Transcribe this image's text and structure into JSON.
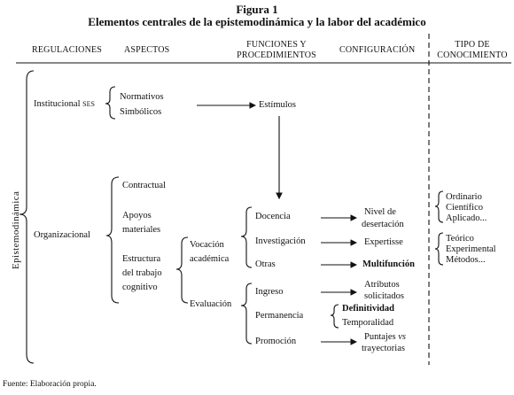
{
  "figure": {
    "label": "Figura 1",
    "title": "Elementos centrales de la epistemodinámica y la labor del académico",
    "source": "Fuente: Elaboración propia."
  },
  "headers": {
    "regulaciones": "REGULACIONES",
    "aspectos": "ASPECTOS",
    "funciones_1": "FUNCIONES Y",
    "funciones_2": "PROCEDIMIENTOS",
    "configuracion": "CONFIGURACIÓN",
    "tipo_1": "TIPO DE",
    "tipo_2": "CONOCIMIENTO"
  },
  "root": "Epistemodinámica",
  "institucional": {
    "label": "Institucional",
    "suffix": "SES",
    "aspects": [
      "Normativos",
      "Simbólicos"
    ],
    "stimulus": "Estímulos"
  },
  "organizacional": {
    "label": "Organizacional",
    "aspects": {
      "contractual": "Contractual",
      "apoyos_1": "Apoyos",
      "apoyos_2": "materiales",
      "estructura_1": "Estructura",
      "estructura_2": "del trabajo",
      "estructura_3": "cognitivo"
    },
    "vocacion_1": "Vocación",
    "vocacion_2": "académica",
    "evaluacion": "Evaluación",
    "vocacion_functions": [
      "Docencia",
      "Investigación",
      "Otras"
    ],
    "evaluacion_functions": [
      "Ingreso",
      "Permanencia",
      "Promoción"
    ]
  },
  "configuracion": {
    "nivel_1": "Nivel de",
    "nivel_2": "desertación",
    "expertisse": "Expertisse",
    "multifuncion": "Multifunción",
    "atributos_1": "Atributos",
    "atributos_2": "solicitados",
    "definitividad": "Definitividad",
    "temporalidad": "Temporalidad",
    "puntajes_1a": "Puntajes",
    "puntajes_1b": "vs",
    "puntajes_2": "trayectorias"
  },
  "conocimiento": {
    "group1": [
      "Ordinario",
      "Científico",
      "Aplicado..."
    ],
    "group2": [
      "Teórico",
      "Experimental",
      "Métodos..."
    ]
  }
}
